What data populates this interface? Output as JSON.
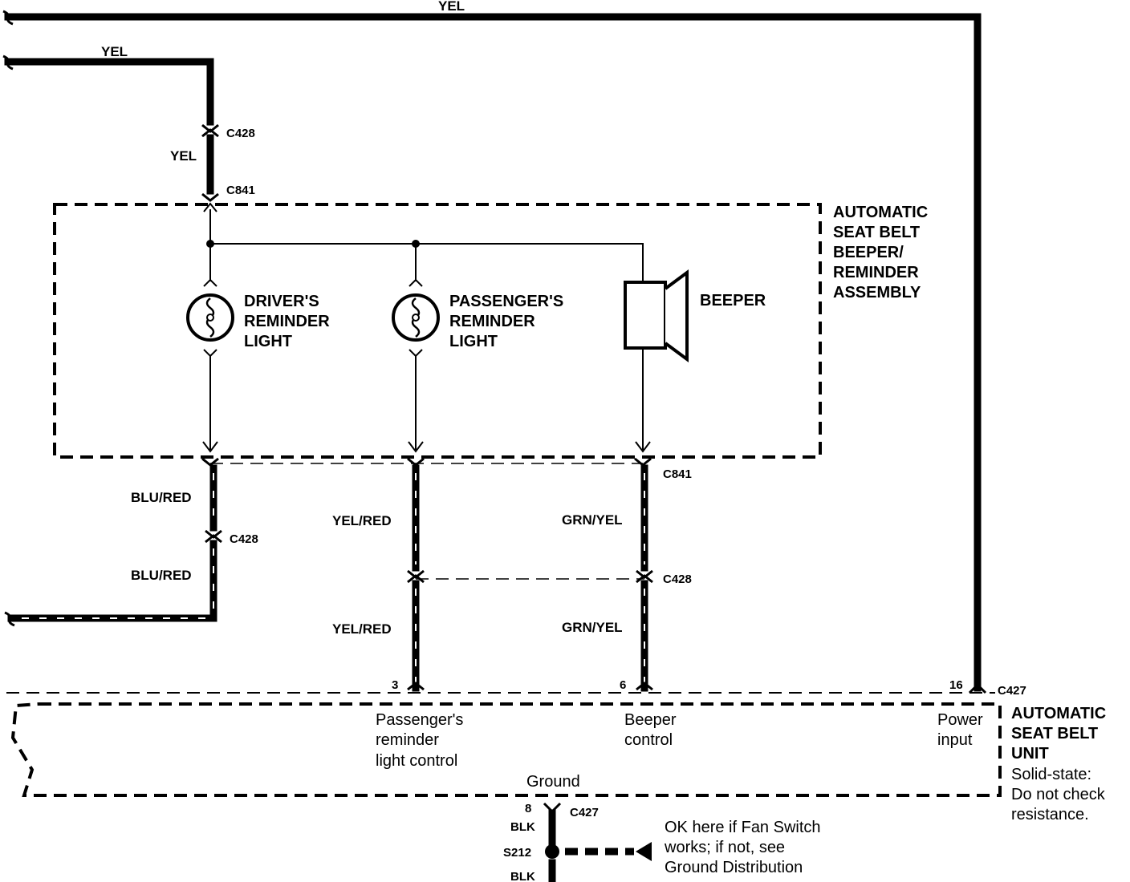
{
  "wires": {
    "top_yel": "YEL",
    "second_yel": "YEL",
    "yel_vertical": "YEL",
    "blu_red_upper": "BLU/RED",
    "blu_red_lower": "BLU/RED",
    "yel_red_upper": "YEL/RED",
    "yel_red_lower": "YEL/RED",
    "grn_yel_upper": "GRN/YEL",
    "grn_yel_lower": "GRN/YEL",
    "ground_blk_upper": "BLK",
    "ground_blk_lower": "BLK"
  },
  "connectors": {
    "c428_top": "C428",
    "c841_top": "C841",
    "c841_bottom": "C841",
    "c428_left": "C428",
    "c428_right": "C428",
    "c427_power": "C427",
    "c427_ground": "C427",
    "splice": "S212"
  },
  "pins": {
    "passenger_pin": "3",
    "beeper_pin": "6",
    "power_pin": "16",
    "ground_pin": "8"
  },
  "assembly": {
    "line1": "AUTOMATIC",
    "line2": "SEAT BELT",
    "line3": "BEEPER/",
    "line4": "REMINDER",
    "line5": "ASSEMBLY"
  },
  "components": {
    "driver_line1": "DRIVER'S",
    "driver_line2": "REMINDER",
    "driver_line3": "LIGHT",
    "passenger_line1": "PASSENGER'S",
    "passenger_line2": "REMINDER",
    "passenger_line3": "LIGHT",
    "beeper": "BEEPER"
  },
  "unit": {
    "title1": "AUTOMATIC",
    "title2": "SEAT BELT",
    "title3": "UNIT",
    "note1": "Solid-state:",
    "note2": "Do not check",
    "note3": "resistance."
  },
  "unit_pins": {
    "passenger_line1": "Passenger's",
    "passenger_line2": "reminder",
    "passenger_line3": "light control",
    "beeper_line1": "Beeper",
    "beeper_line2": "control",
    "power_line1": "Power",
    "power_line2": "input",
    "ground": "Ground"
  },
  "ground_note": {
    "line1": "OK here if Fan Switch",
    "line2": "works; if not, see",
    "line3": "Ground Distribution"
  }
}
